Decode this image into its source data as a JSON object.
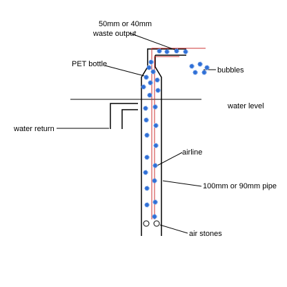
{
  "diagram": {
    "labels": {
      "waste_line1": "50mm or 40mm",
      "waste_line2": "waste output",
      "pet_bottle": "PET bottle",
      "bubbles": "bubbles",
      "water_level": "water level",
      "water_return": "water return",
      "airline": "airline",
      "pipe": "100mm or 90mm pipe",
      "air_stones": "air stones"
    },
    "colors": {
      "bubble": "#2f6fd6",
      "airline": "#cc3333",
      "ink": "#000000"
    }
  }
}
